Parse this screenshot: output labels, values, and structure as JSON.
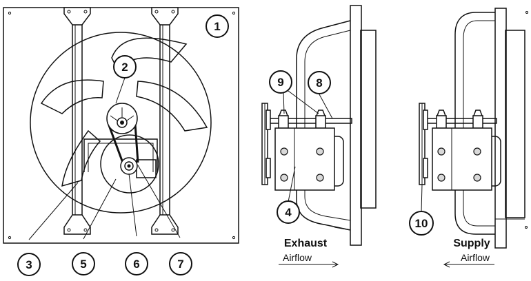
{
  "callouts": {
    "c1": "1",
    "c2": "2",
    "c3": "3",
    "c4": "4",
    "c5": "5",
    "c6": "6",
    "c7": "7",
    "c8": "8",
    "c9": "9",
    "c10": "10"
  },
  "captions": {
    "exhaust_title": "Exhaust",
    "exhaust_sub": "Airflow",
    "supply_title": "Supply",
    "supply_sub": "Airflow"
  }
}
